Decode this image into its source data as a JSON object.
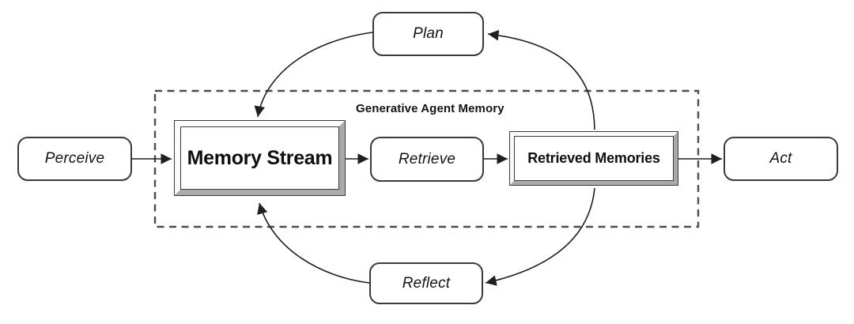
{
  "diagram_title": "Generative Agent Memory",
  "nodes": {
    "perceive": "Perceive",
    "plan": "Plan",
    "memory_stream": "Memory Stream",
    "retrieve": "Retrieve",
    "retrieved_memories": "Retrieved Memories",
    "act": "Act",
    "reflect": "Reflect"
  },
  "edges": [
    {
      "from": "perceive",
      "to": "memory_stream",
      "style": "straight"
    },
    {
      "from": "memory_stream",
      "to": "retrieve",
      "style": "straight"
    },
    {
      "from": "retrieve",
      "to": "retrieved_memories",
      "style": "straight"
    },
    {
      "from": "retrieved_memories",
      "to": "act",
      "style": "straight"
    },
    {
      "from": "plan",
      "to": "memory_stream",
      "style": "curved"
    },
    {
      "from": "retrieved_memories",
      "to": "plan",
      "style": "curved"
    },
    {
      "from": "retrieved_memories",
      "to": "reflect",
      "style": "curved"
    },
    {
      "from": "reflect",
      "to": "memory_stream",
      "style": "curved"
    }
  ],
  "colors": {
    "background": "#ffffff",
    "stroke": "#1f1f1f",
    "box_border": "#3a3a3a",
    "dashed_boundary": "#4d4d4d",
    "bevel_light": "#fbfbfb",
    "bevel_dark": "#aaaaaa",
    "text": "#141414"
  }
}
